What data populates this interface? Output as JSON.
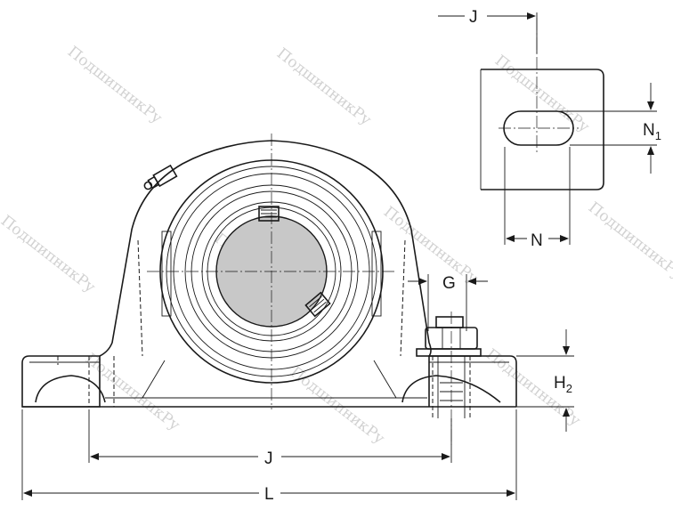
{
  "watermark": "ПодшипникРу",
  "labels": {
    "J_top": "J",
    "N1_main": "N",
    "N1_sub": "1",
    "N": "N",
    "G": "G",
    "H2_main": "H",
    "H2_sub": "2",
    "J_bottom": "J",
    "L": "L"
  },
  "colors": {
    "line": "#1a1a1a",
    "bore_fill": "#c8c8c8",
    "watermark": "#d2d2d2"
  }
}
